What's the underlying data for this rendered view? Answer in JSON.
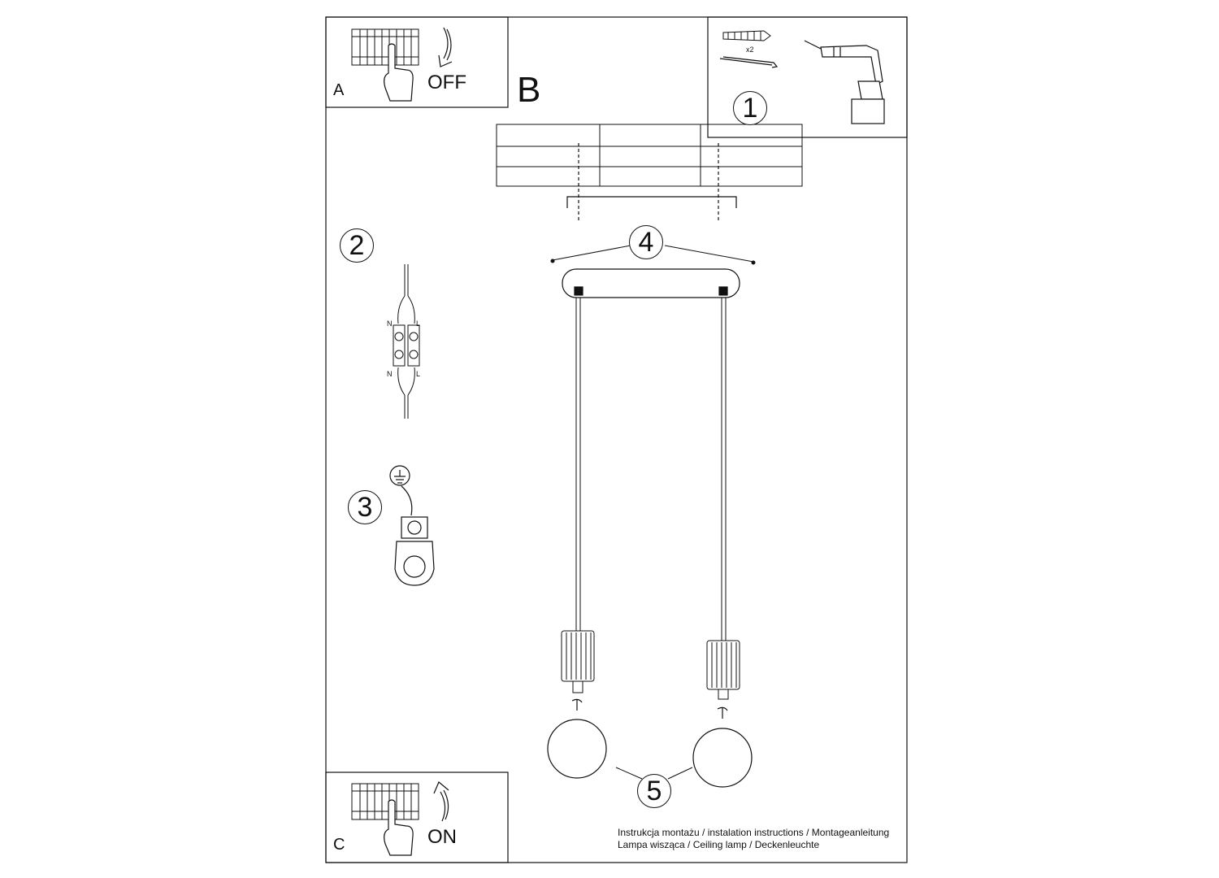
{
  "panels": {
    "a": {
      "letter": "A",
      "state": "OFF"
    },
    "b": {
      "letter": "B"
    },
    "c": {
      "letter": "C",
      "state": "ON"
    }
  },
  "steps": {
    "s1": "1",
    "s2": "2",
    "s3": "3",
    "s4": "4",
    "s5": "5"
  },
  "wiring": {
    "n": "N",
    "l": "L"
  },
  "fixings": {
    "qty": "x2"
  },
  "footer": {
    "line1": "Instrukcja montażu / instalation instructions / Montageanleitung",
    "line2": "Lampa wisząca / Ceiling lamp / Deckenleuchte"
  }
}
